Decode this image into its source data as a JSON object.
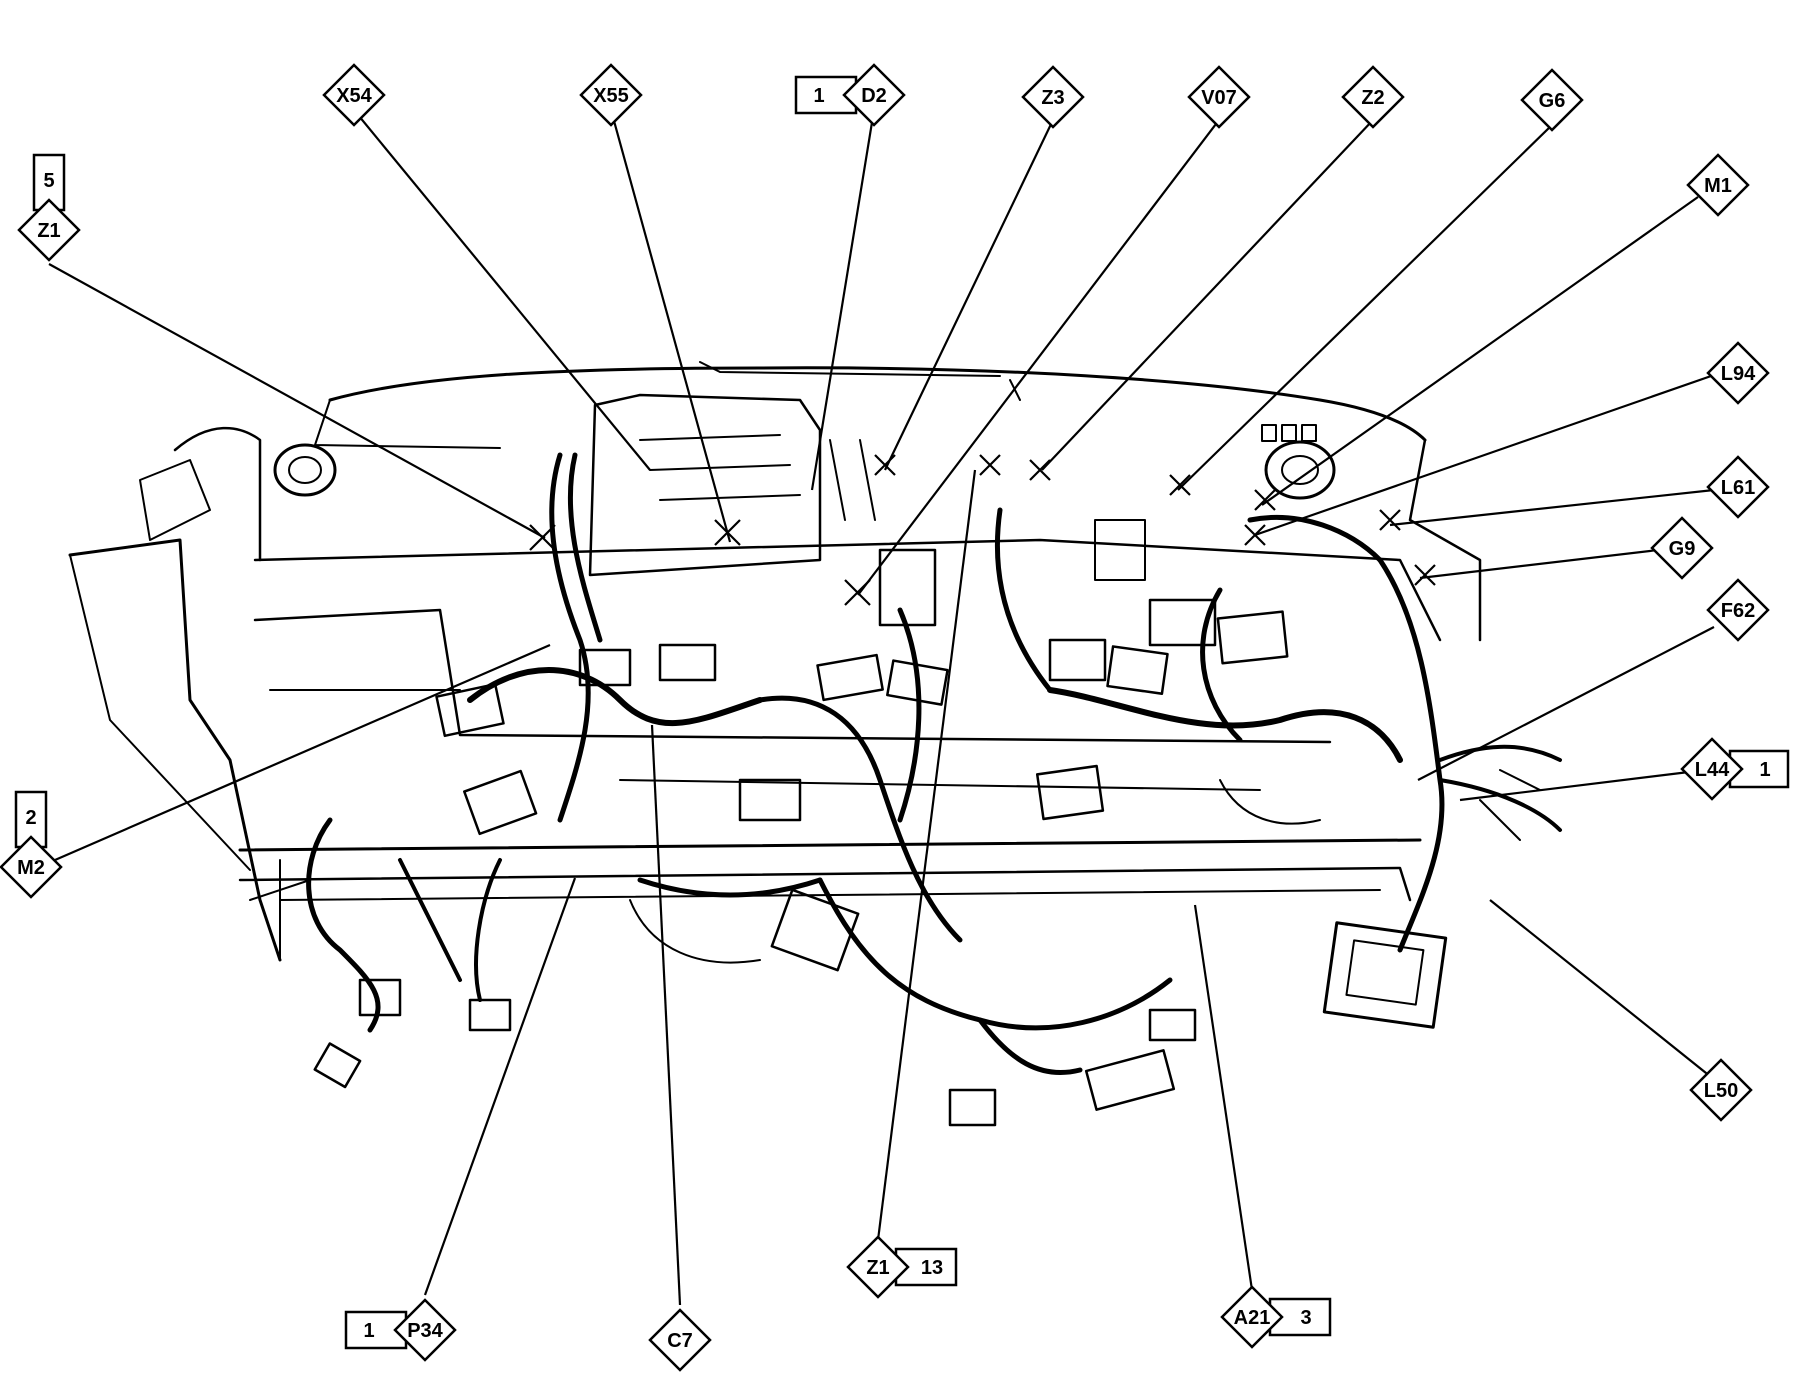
{
  "callouts": [
    {
      "id": "x54",
      "label": "X54"
    },
    {
      "id": "x55",
      "label": "X55"
    },
    {
      "id": "d2",
      "label": "D2",
      "number": "1"
    },
    {
      "id": "z3",
      "label": "Z3"
    },
    {
      "id": "v07",
      "label": "V07"
    },
    {
      "id": "z2",
      "label": "Z2"
    },
    {
      "id": "g6",
      "label": "G6"
    },
    {
      "id": "m1",
      "label": "M1"
    },
    {
      "id": "l94",
      "label": "L94"
    },
    {
      "id": "l61",
      "label": "L61"
    },
    {
      "id": "g9",
      "label": "G9"
    },
    {
      "id": "f62",
      "label": "F62"
    },
    {
      "id": "l44",
      "label": "L44",
      "number": "1"
    },
    {
      "id": "l50",
      "label": "L50"
    },
    {
      "id": "z1-top",
      "label": "Z1",
      "number": "5"
    },
    {
      "id": "m2",
      "label": "M2",
      "number": "2"
    },
    {
      "id": "p34",
      "label": "P34",
      "number": "1"
    },
    {
      "id": "c7",
      "label": "C7"
    },
    {
      "id": "z1-bottom",
      "label": "Z1",
      "number": "13"
    },
    {
      "id": "a21",
      "label": "A21",
      "number": "3"
    }
  ]
}
